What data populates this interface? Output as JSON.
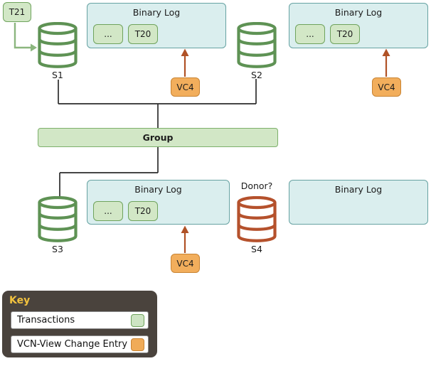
{
  "diagram": {
    "incoming_transaction": {
      "label": "T21"
    },
    "group": {
      "label": "Group"
    },
    "servers": [
      {
        "label": "S1"
      },
      {
        "label": "S2"
      },
      {
        "label": "S3"
      },
      {
        "label": "S4"
      }
    ],
    "donor_label": "Donor?",
    "binary_logs": [
      {
        "title": "Binary Log",
        "entries": [
          "...",
          "T20"
        ]
      },
      {
        "title": "Binary Log",
        "entries": [
          "...",
          "T20"
        ]
      },
      {
        "title": "Binary Log",
        "entries": [
          "...",
          "T20"
        ]
      },
      {
        "title": "Binary Log",
        "entries": []
      }
    ],
    "view_changes": [
      {
        "label": "VC4"
      },
      {
        "label": "VC4"
      },
      {
        "label": "VC4"
      }
    ]
  },
  "key": {
    "title": "Key",
    "items": [
      {
        "label": "Transactions",
        "swatch_color": "#cde4c3"
      },
      {
        "label": "VCN-View Change Entry",
        "swatch_color": "#f0ab58"
      }
    ]
  },
  "colors": {
    "transaction_fill": "#d2e7c6",
    "transaction_border": "#6fa35d",
    "binary_log_fill": "#daeeee",
    "binary_log_border": "#66a2a2",
    "view_change_fill": "#f2ae5c",
    "view_change_border": "#c98433",
    "server_green": "#5e9254",
    "server_red": "#b5512c",
    "arrow_rust": "#b05226",
    "arrow_green": "#8bb67e",
    "connector": "#2d2d2d",
    "legend_bg": "#4a433d",
    "legend_title": "#f2c23e"
  }
}
